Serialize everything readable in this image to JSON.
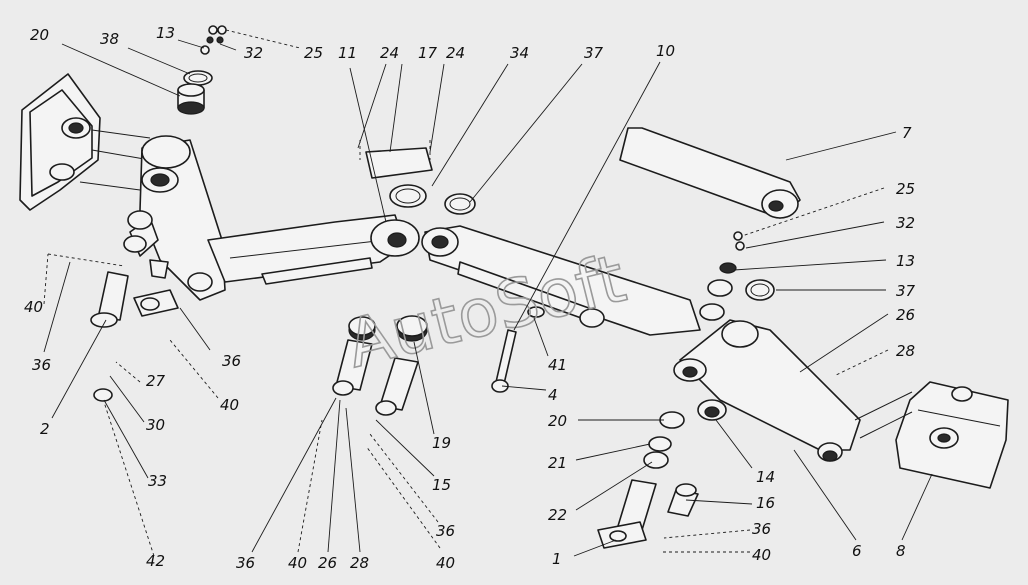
{
  "watermark": "AutoSoft",
  "callouts": [
    "20",
    "38",
    "13",
    "32",
    "25",
    "11",
    "24",
    "17",
    "24",
    "34",
    "37",
    "10",
    "7",
    "25",
    "32",
    "13",
    "37",
    "26",
    "28",
    "40",
    "36",
    "2",
    "27",
    "30",
    "33",
    "42",
    "36",
    "40",
    "41",
    "4",
    "20",
    "21",
    "22",
    "1",
    "14",
    "16",
    "36",
    "40",
    "6",
    "8",
    "19",
    "15",
    "36",
    "40",
    "36",
    "40",
    "26",
    "28"
  ]
}
